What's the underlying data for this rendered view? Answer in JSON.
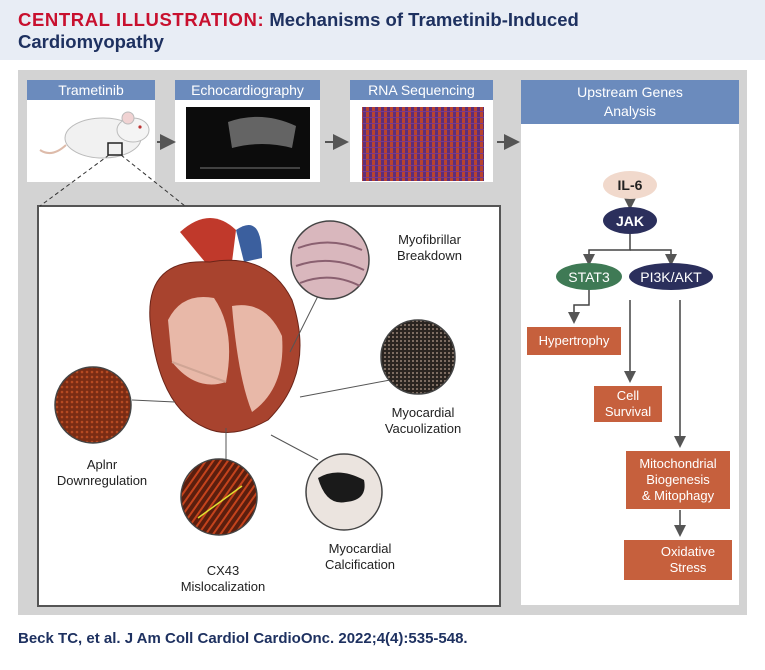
{
  "header": {
    "tag": "CENTRAL ILLUSTRATION:",
    "title_line1": "Mechanisms of Trametinib-Induced",
    "title_line2": "Cardiomyopathy"
  },
  "steps": {
    "trametinib": "Trametinib",
    "echo": "Echocardiography",
    "rna": "RNA Sequencing"
  },
  "upstream": {
    "line1": "Upstream Genes",
    "line2": "Analysis"
  },
  "pathway": {
    "il6": "IL-6",
    "jak": "JAK",
    "stat3": "STAT3",
    "pi3k": "PI3K/AKT",
    "hypertrophy": "Hypertrophy",
    "cell_survival_1": "Cell",
    "cell_survival_2": "Survival",
    "mito_1": "Mitochondrial",
    "mito_2": "Biogenesis",
    "mito_3": "& Mitophagy",
    "oxid_1": "Oxidative",
    "oxid_2": "Stress"
  },
  "heart_labels": {
    "myofib_1": "Myofibrillar",
    "myofib_2": "Breakdown",
    "vacuol_1": "Myocardial",
    "vacuol_2": "Vacuolization",
    "apln_1": "Aplnr",
    "apln_2": "Downregulation",
    "cx43_1": "CX43",
    "cx43_2": "Mislocalization",
    "calc_1": "Myocardial",
    "calc_2": "Calcification"
  },
  "citation": "Beck TC, et al. J Am Coll Cardiol CardioOnc. 2022;4(4):535-548.",
  "colors": {
    "title_red": "#c8102e",
    "title_navy": "#1e3160",
    "header_blue": "#6b8bbd",
    "box_orange": "#c6603d",
    "il6": "#f1d9cc",
    "jak": "#2b2f5c",
    "stat3": "#3f7a55",
    "pi3k": "#2b2f5c"
  }
}
